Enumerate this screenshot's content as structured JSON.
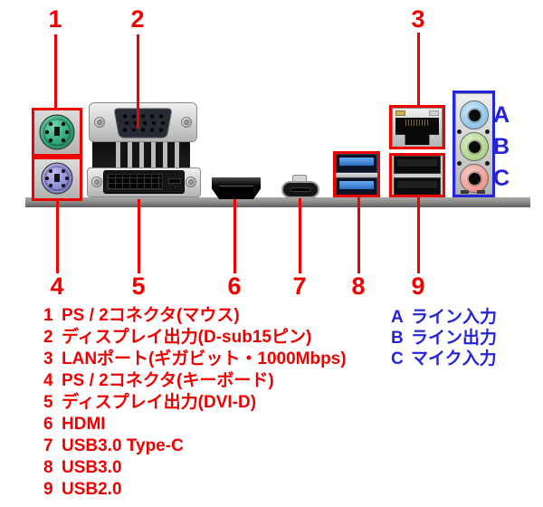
{
  "colors": {
    "callout_red": "#ee0000",
    "callout_blue": "#2424d9",
    "usb3_blue": "#2f7ed8",
    "ps2_mouse_green": "#3fb98a",
    "ps2_keyboard_purple": "#9d9de0",
    "audio_line_in": "#9cccec",
    "audio_line_out": "#b9d995",
    "audio_mic_in": "#f0a49d"
  },
  "callouts": {
    "top": [
      "1",
      "2",
      "3"
    ],
    "bottom": [
      "4",
      "5",
      "6",
      "7",
      "8",
      "9"
    ],
    "audio": [
      "A",
      "B",
      "C"
    ]
  },
  "legend": {
    "ports": [
      {
        "num": "1",
        "text": "PS / 2コネクタ(マウス)"
      },
      {
        "num": "2",
        "text": "ディスプレイ出力(D-sub15ピン)"
      },
      {
        "num": "3",
        "text": "LANポート(ギガビット・1000Mbps)"
      },
      {
        "num": "4",
        "text": "PS / 2コネクタ(キーボード)"
      },
      {
        "num": "5",
        "text": "ディスプレイ出力(DVI-D)"
      },
      {
        "num": "6",
        "text": "HDMI"
      },
      {
        "num": "7",
        "text": "USB3.0 Type-C"
      },
      {
        "num": "8",
        "text": "USB3.0"
      },
      {
        "num": "9",
        "text": "USB2.0"
      }
    ],
    "audio": [
      {
        "num": "A",
        "text": "ライン入力"
      },
      {
        "num": "B",
        "text": "ライン出力"
      },
      {
        "num": "C",
        "text": "マイク入力"
      }
    ]
  }
}
